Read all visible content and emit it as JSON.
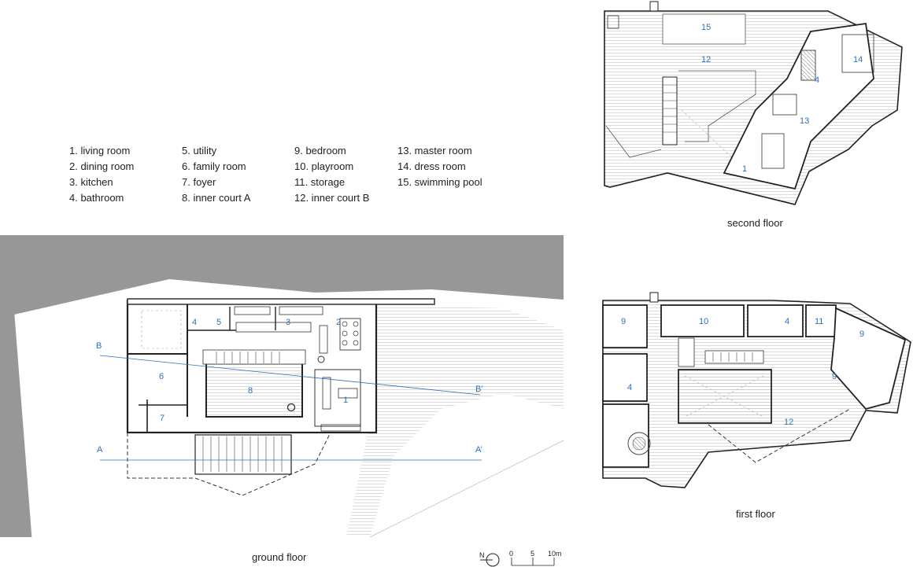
{
  "legend": [
    "1. living room",
    "5. utility",
    "9. bedroom",
    "13. master room",
    "2. dining room",
    "6. family room",
    "10. playroom",
    "14. dress room",
    "3. kitchen",
    "7. foyer",
    "11. storage",
    "15. swimming pool",
    "4. bathroom",
    "8. inner court A",
    "12. inner court B",
    ""
  ],
  "captions": {
    "ground": "ground floor",
    "second": "second floor",
    "first": "first floor"
  },
  "ground_rooms": [
    "1",
    "2",
    "3",
    "4",
    "5",
    "6",
    "7",
    "8"
  ],
  "section_marks": {
    "a": "A",
    "a2": "A’",
    "b": "B",
    "b2": "B’"
  },
  "second_rooms": [
    "15",
    "12",
    "14",
    "4",
    "13",
    "1"
  ],
  "first_rooms": [
    "9",
    "10",
    "4",
    "11",
    "9",
    "9",
    "4",
    "12"
  ],
  "scale": {
    "zero": "0",
    "five": "5",
    "ten": "10m",
    "north": "N"
  },
  "colors": {
    "room_label": "#2f6fb6",
    "site_gray": "#979797"
  }
}
